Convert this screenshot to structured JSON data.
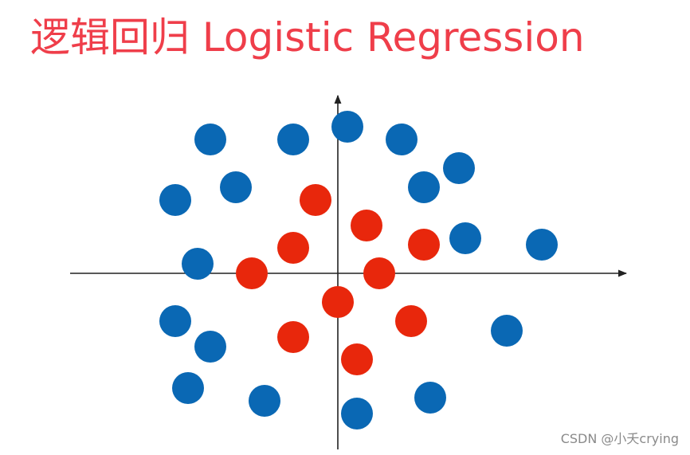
{
  "title": "逻辑回归 Logistic Regression",
  "watermark": "CSDN @小夭crying",
  "colors": {
    "title": "#ef3e4a",
    "class_blue": "#0a68b4",
    "class_red": "#e8270c",
    "axis": "#222222"
  },
  "classes": [
    {
      "name": "",
      "color_key": "class_blue"
    },
    {
      "name": "",
      "color_key": "class_red"
    }
  ],
  "points": {
    "blue": [
      [
        -4.0,
        4.2
      ],
      [
        -1.4,
        4.2
      ],
      [
        0.3,
        4.6
      ],
      [
        2.0,
        4.2
      ],
      [
        3.8,
        3.3
      ],
      [
        2.7,
        2.7
      ],
      [
        -3.2,
        2.7
      ],
      [
        -5.1,
        2.3
      ],
      [
        4.0,
        1.1
      ],
      [
        6.4,
        0.9
      ],
      [
        -4.4,
        0.3
      ],
      [
        -5.1,
        -1.5
      ],
      [
        -4.0,
        -2.3
      ],
      [
        5.3,
        -1.8
      ],
      [
        -4.7,
        -3.6
      ],
      [
        -2.3,
        -4.0
      ],
      [
        2.9,
        -3.9
      ],
      [
        0.6,
        -4.4
      ]
    ],
    "red": [
      [
        -0.7,
        2.3
      ],
      [
        0.9,
        1.5
      ],
      [
        -1.4,
        0.8
      ],
      [
        2.7,
        0.9
      ],
      [
        -2.7,
        0.0
      ],
      [
        1.3,
        0.0
      ],
      [
        0.0,
        -0.9
      ],
      [
        2.3,
        -1.5
      ],
      [
        -1.4,
        -2.0
      ],
      [
        0.6,
        -2.7
      ]
    ]
  }
}
